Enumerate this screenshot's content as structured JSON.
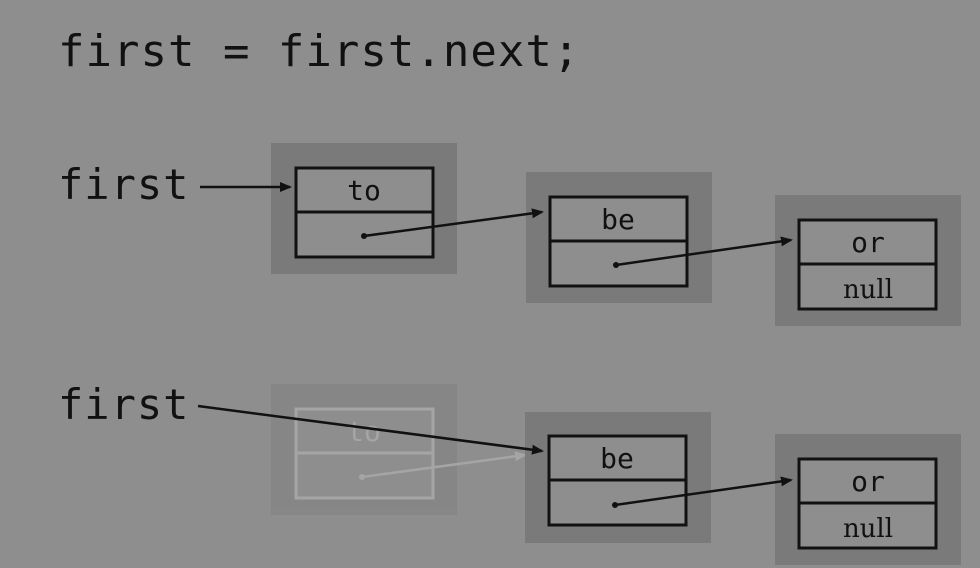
{
  "code_line": "first = first.next;",
  "before": {
    "pointer_label": "first",
    "nodes": [
      {
        "item": "to"
      },
      {
        "item": "be"
      },
      {
        "item": "or",
        "next": "null"
      }
    ]
  },
  "after": {
    "pointer_label": "first",
    "nodes": [
      {
        "item": "to",
        "faded": true
      },
      {
        "item": "be"
      },
      {
        "item": "or",
        "next": "null"
      }
    ]
  },
  "colors": {
    "background": "#8e8e8e",
    "node_shadow": "#7a7a7a",
    "node_border": "#111111",
    "faded": "#a8a8a8"
  }
}
